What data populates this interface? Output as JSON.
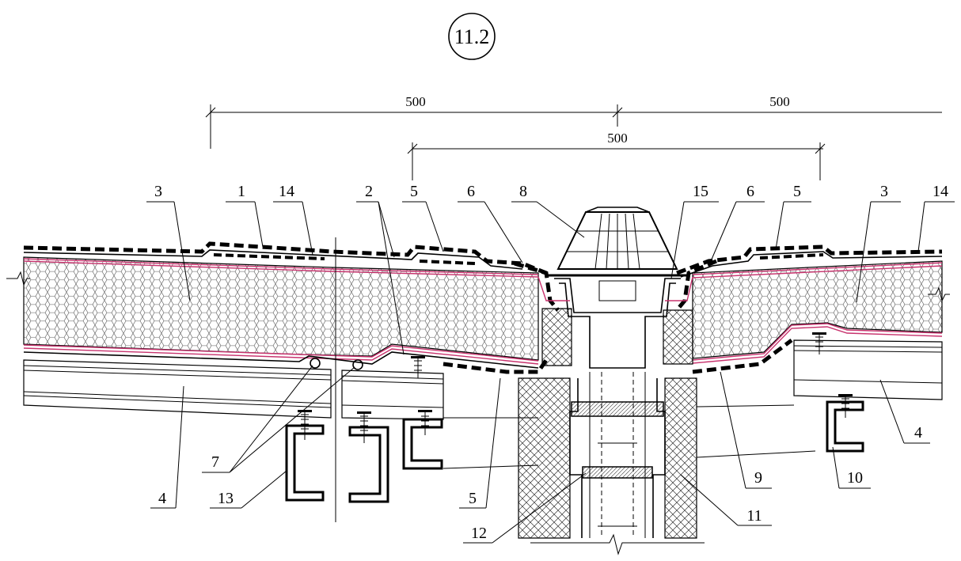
{
  "title": "11.2",
  "dimensions": {
    "top_left": "500",
    "top_right": "500",
    "inner": "500"
  },
  "callouts": {
    "c1": "1",
    "c2": "2",
    "c3a": "3",
    "c3b": "3",
    "c4a": "4",
    "c4b": "4",
    "c5a": "5",
    "c5b": "5",
    "c5c": "5",
    "c6a": "6",
    "c6b": "6",
    "c7": "7",
    "c8": "8",
    "c9": "9",
    "c10": "10",
    "c11": "11",
    "c12": "12",
    "c13": "13",
    "c14a": "14",
    "c14b": "14",
    "c15": "15"
  }
}
